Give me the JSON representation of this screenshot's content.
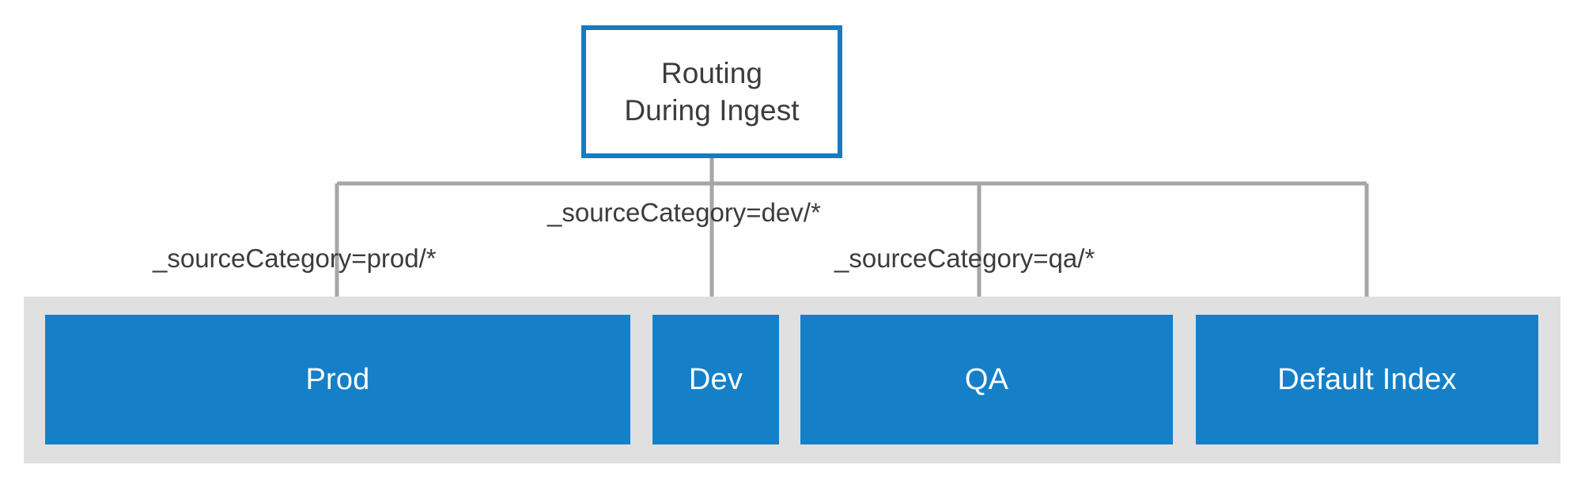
{
  "diagram": {
    "title_lines": [
      "Routing",
      "During Ingest"
    ],
    "source_node": {
      "label_line_1": "Routing",
      "label_line_2": "During Ingest",
      "border_color": "#1a7ac0",
      "fill_color": "#ffffff",
      "text_color": "#3c3c3c"
    },
    "connector_color": "#a6a6a6",
    "container_color": "#e0e0e0",
    "index_color": "#1580c8",
    "rules": [
      {
        "id": "prod",
        "label": "_sourceCategory=prod/*"
      },
      {
        "id": "dev",
        "label": "_sourceCategory=dev/*"
      },
      {
        "id": "qa",
        "label": "_sourceCategory=qa/*"
      }
    ],
    "indexes": [
      {
        "id": "prod",
        "label": "Prod"
      },
      {
        "id": "dev",
        "label": "Dev"
      },
      {
        "id": "qa",
        "label": "QA"
      },
      {
        "id": "default",
        "label": "Default Index"
      }
    ]
  }
}
